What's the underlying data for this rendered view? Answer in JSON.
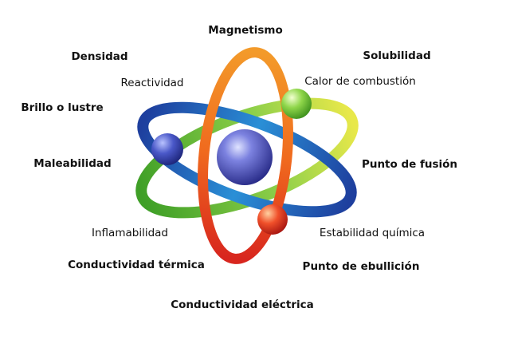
{
  "diagram": {
    "bold_labels": {
      "magnetismo": "Magnetismo",
      "densidad": "Densidad",
      "solubilidad": "Solubilidad",
      "brillo": "Brillo o lustre",
      "maleabilidad": "Maleabilidad",
      "punto_fusion": "Punto de fusión",
      "conductividad_termica": "Conductividad térmica",
      "punto_ebullicion": "Punto de ebullición",
      "conductividad_electrica": "Conductividad eléctrica"
    },
    "regular_labels": {
      "reactividad": "Reactividad",
      "calor_combustion": "Calor de combustión",
      "inflamabilidad": "Inflamabilidad",
      "estabilidad_quimica": "Estabilidad química"
    },
    "colors": {
      "orbit_orange": "#f06a1e",
      "orbit_red": "#d8261e",
      "orbit_blue": "#1e3f9e",
      "orbit_cyan": "#2a8fd6",
      "orbit_green": "#4cae2c",
      "orbit_yellow": "#e8e84a",
      "nucleus": "#3b3fb0",
      "electron_blue": "#2b3a9e",
      "electron_green": "#6cc23a",
      "electron_red": "#e02a1a"
    }
  }
}
